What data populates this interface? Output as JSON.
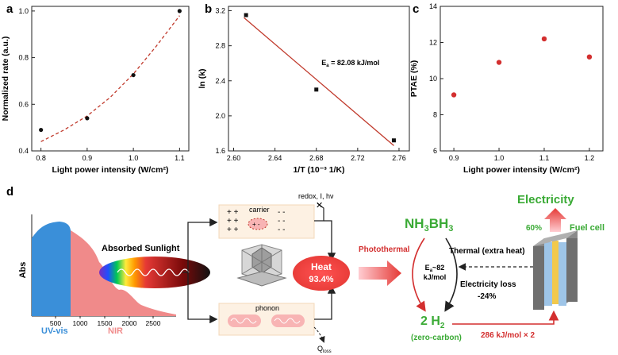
{
  "chart_data": [
    {
      "type": "scatter",
      "panel": "a",
      "xlabel": "Light power intensity (W/cm²)",
      "ylabel": "Normalized rate (a.u.)",
      "xlim": [
        0.78,
        1.12
      ],
      "ylim": [
        0.4,
        1.02
      ],
      "xticks": [
        "0.8",
        "0.9",
        "1.0",
        "1.1"
      ],
      "yticks": [
        "0.4",
        "0.6",
        "0.8",
        "1.0"
      ],
      "x": [
        0.8,
        0.9,
        1.0,
        1.1
      ],
      "y": [
        0.49,
        0.54,
        0.725,
        1.0
      ],
      "fit": {
        "kind": "exponential",
        "x": [
          0.8,
          0.85,
          0.9,
          0.95,
          1.0,
          1.05,
          1.1
        ],
        "y": [
          0.44,
          0.49,
          0.55,
          0.63,
          0.73,
          0.85,
          0.98
        ],
        "color": "#c0392b",
        "style": "dashed"
      },
      "marker_color": "#111111",
      "grid": false
    },
    {
      "type": "scatter",
      "panel": "b",
      "xlabel": "1/T (10⁻³ 1/K)",
      "ylabel": "ln (k)",
      "xlim": [
        2.595,
        2.77
      ],
      "ylim": [
        1.6,
        3.25
      ],
      "xticks": [
        "2.60",
        "2.64",
        "2.68",
        "2.72",
        "2.76"
      ],
      "yticks": [
        "1.6",
        "2.0",
        "2.4",
        "2.8",
        "3.2"
      ],
      "x": [
        2.612,
        2.68,
        2.755
      ],
      "y": [
        3.15,
        2.3,
        1.72
      ],
      "fit": {
        "kind": "linear",
        "x": [
          2.61,
          2.755
        ],
        "y": [
          3.12,
          1.66
        ],
        "color": "#c0392b",
        "style": "solid"
      },
      "annotation_prefix": "E",
      "annotation_sub": "a",
      "annotation_value": " = 82.08 kJ/mol",
      "marker_color": "#111111",
      "grid": false
    },
    {
      "type": "scatter",
      "panel": "c",
      "xlabel": "Light power intensity (W/cm²)",
      "ylabel": "PTAE (%)",
      "xlim": [
        0.87,
        1.23
      ],
      "ylim": [
        6,
        14
      ],
      "xticks": [
        "0.9",
        "1.0",
        "1.1",
        "1.2"
      ],
      "yticks": [
        "6",
        "8",
        "10",
        "12",
        "14"
      ],
      "x": [
        0.9,
        1.0,
        1.1,
        1.2
      ],
      "y": [
        9.1,
        10.9,
        12.2,
        11.2
      ],
      "marker_color": "#d32f2f",
      "grid": false
    }
  ],
  "panels": {
    "a": "a",
    "b": "b",
    "c": "c",
    "d": "d"
  },
  "diagram": {
    "abs_axis_label": "Abs",
    "spectrum_ticks": [
      "500",
      "1000",
      "1500",
      "2000",
      "2500"
    ],
    "uvvis_label": "UV-vis",
    "nir_label": "NIR",
    "absorbed_label": "Absorbed Sunlight",
    "carrier_label": "carrier",
    "carrier_plus": "+ +\n+ +\n+ +",
    "carrier_minus": "- -",
    "redox_label": "redox, I, hν",
    "phonon_label": "phonon",
    "qloss_label": "Q",
    "qloss_sub": "loss",
    "heat_label": "Heat",
    "heat_value": "93.4%",
    "photothermal_label": "Photothermal",
    "nh3bh3_a": "NH",
    "nh3bh3_b": "3",
    "nh3bh3_c": "BH",
    "nh3bh3_d": "3",
    "ea_label": "E",
    "ea_sub": "a",
    "ea_value": "~82",
    "ea_unit": "kJ/mol",
    "thermal_label": "Thermal (extra heat)",
    "electricity_loss_label": "Electricity loss",
    "electricity_loss_value": "-24%",
    "h2_label_a": "2 H",
    "h2_label_b": "2",
    "zero_carbon_label": "(zero-carbon)",
    "h2_energy_label": "286 kJ/mol × 2",
    "electricity_label": "Electricity",
    "electricity_pct": "60%",
    "fuelcell_label": "Fuel cell",
    "colors": {
      "uv": "#3a8fd9",
      "nir": "#f08a8a",
      "heat": "#e53935",
      "green": "#3aaa35",
      "red": "#d32f2f"
    }
  }
}
